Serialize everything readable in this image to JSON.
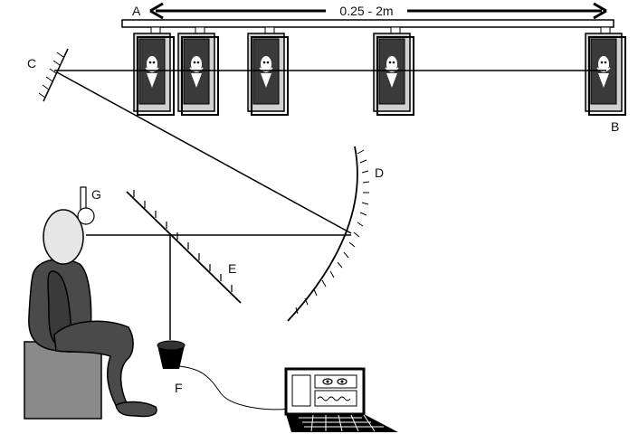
{
  "labels": {
    "a": "A",
    "b": "B",
    "c": "C",
    "d": "D",
    "e": "E",
    "f": "F",
    "g": "G",
    "distance": "0.25 - 2m"
  },
  "colors": {
    "line": "#000000",
    "frame_face": "#d0d0d0",
    "stimulus_bg": "#3a3a3a",
    "head": "#e6e6e6",
    "body": "#4a4a4a",
    "seat": "#8a8a8a",
    "laptop": "#000000"
  },
  "components": [
    "track-A-B",
    "target-frames",
    "mirror-C",
    "concave-mirror-D",
    "beam-splitter-E",
    "camera-F",
    "light-G",
    "observer",
    "laptop"
  ]
}
